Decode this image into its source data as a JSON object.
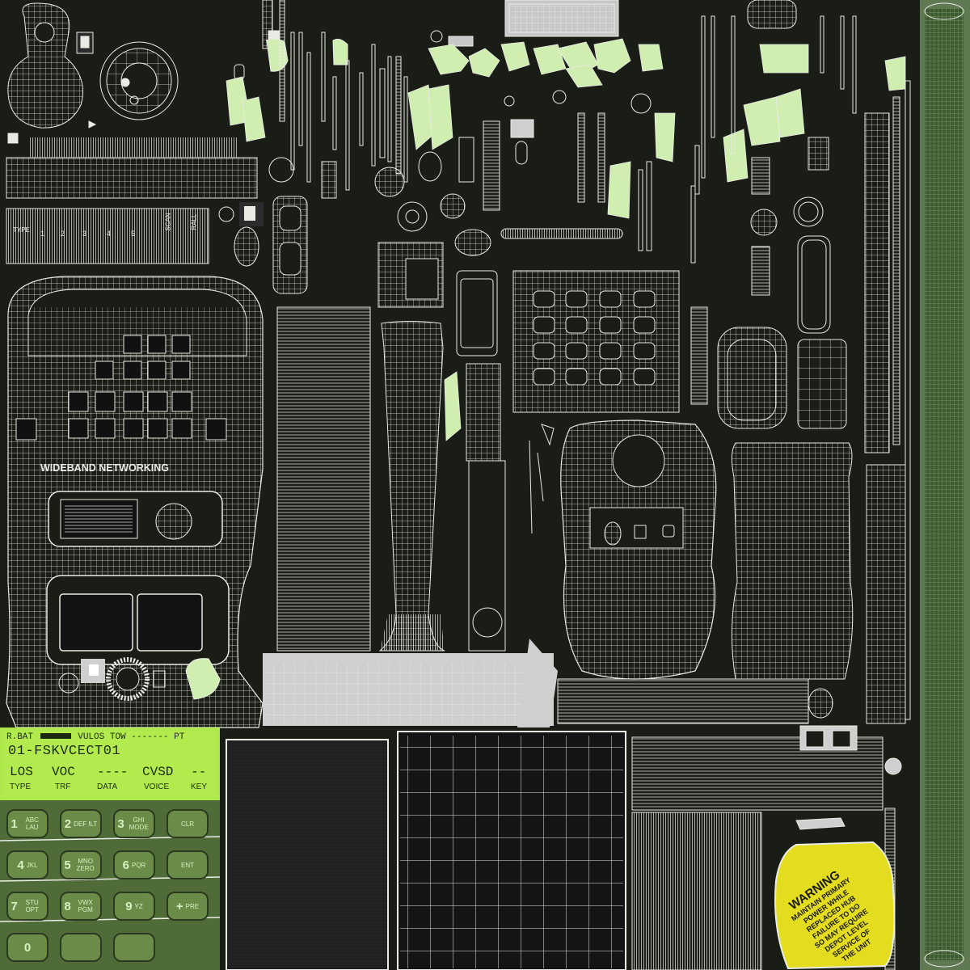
{
  "title_text": "WIDEBAND NETWORKING",
  "strip_labels": [
    "TYPE",
    "1",
    "2",
    "3",
    "4",
    "5",
    "SCAN",
    "RALL"
  ],
  "lcd": {
    "row1": [
      "R.BAT",
      "VULOS",
      "TOW",
      "-------",
      "PT"
    ],
    "row2": "01-FSKVCECT01",
    "row3": [
      "LOS",
      "VOC",
      "----",
      "CVSD",
      "--"
    ],
    "row4": [
      "TYPE",
      "TRF",
      "DATA",
      "VOICE",
      "KEY"
    ]
  },
  "keypad": [
    {
      "main": "1",
      "sub": "ABC LAU"
    },
    {
      "main": "2",
      "sub": "DEF ILT"
    },
    {
      "main": "3",
      "sub": "GHI MODE"
    },
    {
      "main": "",
      "sub": "CLR"
    },
    {
      "main": "4",
      "sub": "JKL"
    },
    {
      "main": "5",
      "sub": "MNO ZERO"
    },
    {
      "main": "6",
      "sub": "PQR"
    },
    {
      "main": "",
      "sub": "ENT"
    },
    {
      "main": "7",
      "sub": "STU OPT"
    },
    {
      "main": "8",
      "sub": "VWX PGM"
    },
    {
      "main": "9",
      "sub": "YZ"
    },
    {
      "main": "+",
      "sub": "PRE"
    },
    {
      "main": "0",
      "sub": ""
    },
    {
      "main": "",
      "sub": ""
    },
    {
      "main": "",
      "sub": ""
    }
  ],
  "warning": {
    "title": "WARNING",
    "lines": [
      "MAINTAIN PRIMARY",
      "POWER WHILE",
      "REPLACED HUB",
      "FAILURE TO DO",
      "SO MAY REQUIRE",
      "DEPOT LEVEL",
      "SERVICE OF",
      "THE UNIT"
    ]
  },
  "colors": {
    "background": "#1a1d16",
    "wire": "#e8ece4",
    "accent_green": "#cfeeb0",
    "lcd_green": "#aee84a",
    "warning_yellow": "#e4dc1e",
    "frame_green": "#5f7a52"
  }
}
